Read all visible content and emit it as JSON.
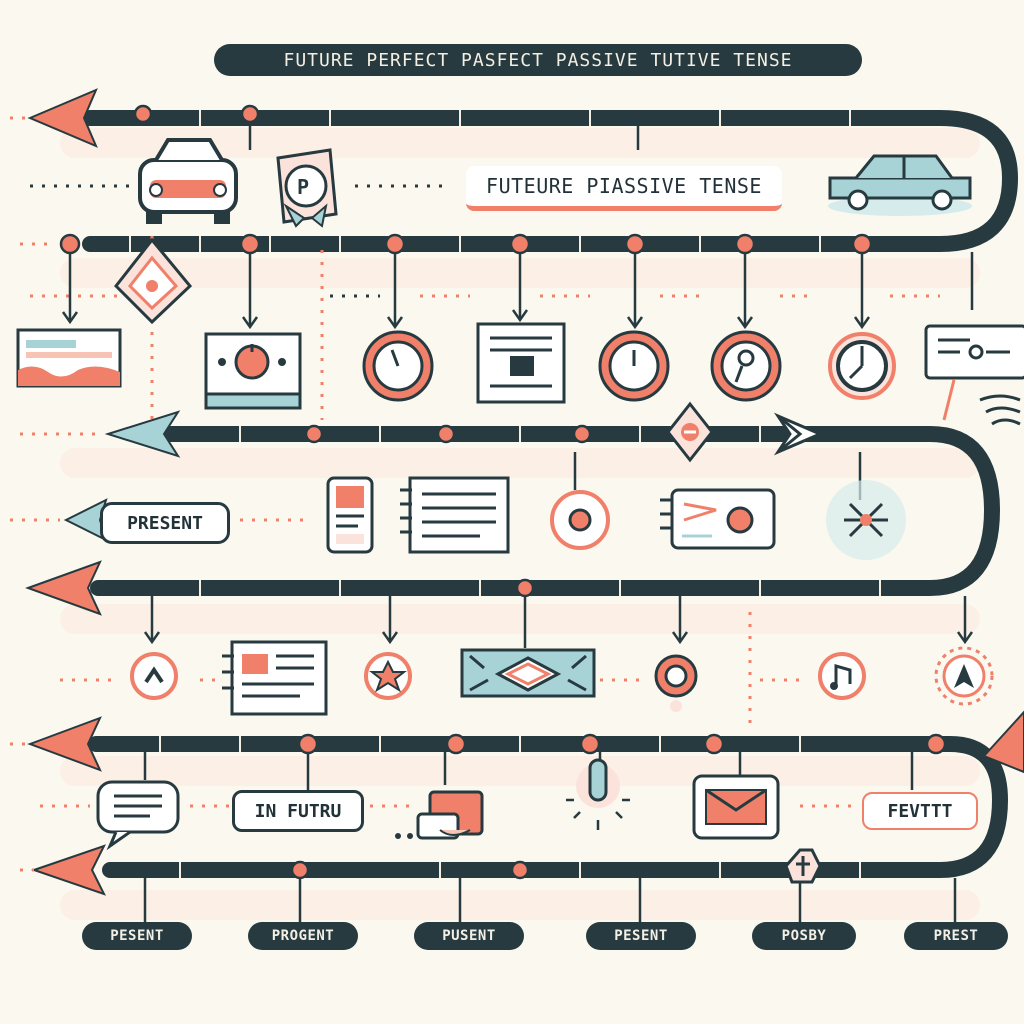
{
  "title": "FUTURE PERFECT PASFECT PASSIVE TUTIVE TENSE",
  "banner": "FUTEURE PIASSIVE TENSE",
  "labels": {
    "present_tag": "PRESENT",
    "in_future": "IN FUTRU",
    "fevitt": "FEVTTT"
  },
  "bottom_labels": [
    "PESENT",
    "PROGENT",
    "PUSENT",
    "PESENT",
    "POSBY",
    "PREST"
  ],
  "icons": [
    "car-icon",
    "parking-sign-icon",
    "car-icon",
    "warning-diamond-icon",
    "card-icon",
    "dial-panel-icon",
    "clock-icon",
    "document-icon",
    "clock-icon",
    "pin-icon",
    "compass-icon",
    "message-card-icon",
    "phone-icon",
    "notebook-icon",
    "target-icon",
    "ticket-icon",
    "sparkle-icon",
    "chevron-icon",
    "notebook-icon",
    "star-icon",
    "envelope-diamond-icon",
    "record-icon",
    "music-icon",
    "speech-bubble-icon",
    "stamp-icon",
    "pointer-icon",
    "envelope-icon",
    "arrow-up-icon"
  ],
  "colors": {
    "track": "#263a40",
    "accent": "#f0806a",
    "teal": "#a7d3d6",
    "background": "#fbf8ef"
  }
}
